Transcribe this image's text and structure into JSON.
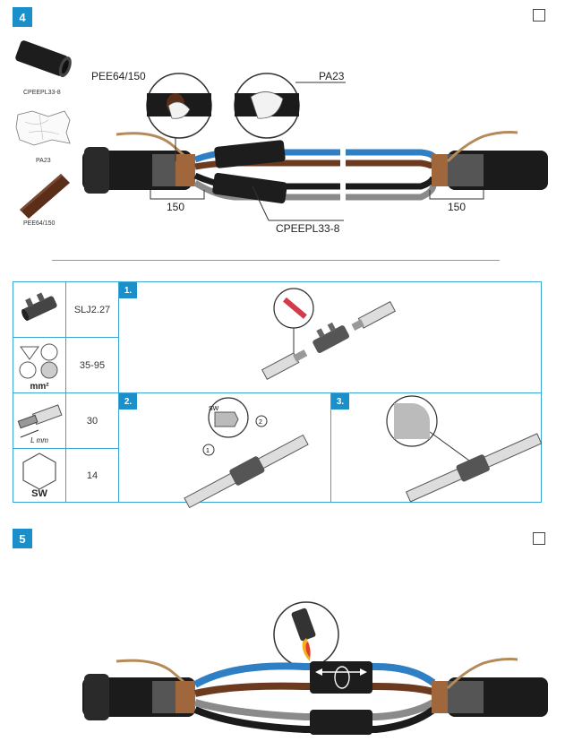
{
  "step4": {
    "badge": "4",
    "materials": {
      "sleeve_label": "CPEEPL33-8",
      "cloth_label": "PA23",
      "tape_label": "PEE64/150"
    },
    "callouts": {
      "left_circle": "PEE64/150",
      "right_circle": "PA23",
      "sleeve": "CPEEPL33-8"
    },
    "dimensions": {
      "left": "150",
      "right": "150"
    }
  },
  "tool_table": {
    "rows": [
      {
        "value": "SLJ2.27"
      },
      {
        "value": "35-95",
        "icon_label": "mm²"
      },
      {
        "value": "30",
        "icon_label": "L mm"
      },
      {
        "value": "14",
        "icon_label": "SW"
      }
    ],
    "panels": [
      {
        "tag": "1."
      },
      {
        "tag": "2."
      },
      {
        "tag": "3."
      }
    ],
    "panel2_labels": {
      "sw": "SW",
      "one": "1",
      "two": "2"
    }
  },
  "step5": {
    "badge": "5"
  },
  "colors": {
    "accent": "#1a8fc9",
    "table_border": "#3aa6d8",
    "cable_black": "#1b1b1b",
    "wire_blue": "#2f7fc4",
    "wire_brown": "#6b3a1f",
    "wire_grey": "#8a8a8a",
    "earth_wire": "#b58a5a"
  }
}
